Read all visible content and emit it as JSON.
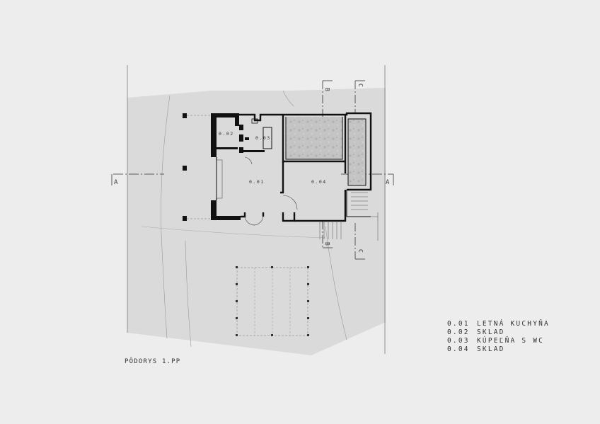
{
  "drawing": {
    "title": "PÔDORYS 1.PP",
    "sections": [
      "A",
      "B",
      "C"
    ]
  },
  "rooms": [
    {
      "code": "0.01",
      "name": "LETNÁ KUCHYŇA"
    },
    {
      "code": "0.02",
      "name": "SKLAD"
    },
    {
      "code": "0.03",
      "name": "KÚPEĽŇA S WC"
    },
    {
      "code": "0.04",
      "name": "SKLAD"
    }
  ],
  "colors": {
    "paper": "#ededed",
    "terrain": "#dcdcdc",
    "walls": "#111111",
    "lines": "#333333",
    "stone": "#bdbdbd"
  }
}
